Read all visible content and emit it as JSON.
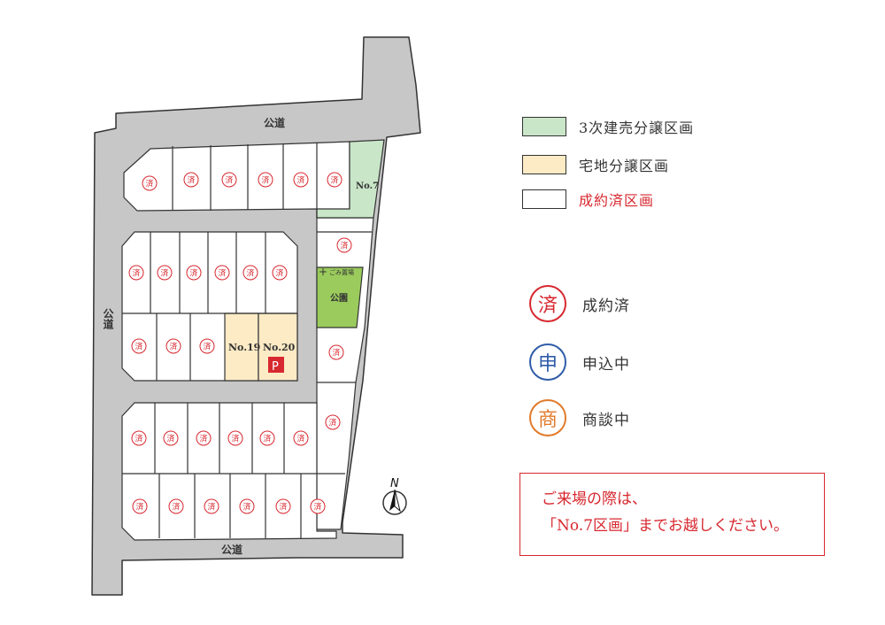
{
  "roads": {
    "top": "公道",
    "left": "公道",
    "bottom": "公道"
  },
  "lots": {
    "no7": "No.7",
    "no19": "No.19",
    "no20": "No.20",
    "parking_badge": "P"
  },
  "facilities": {
    "garbage": "ごみ置場",
    "park": "公園"
  },
  "stamp_glyphs": {
    "sold": "済",
    "applied": "申",
    "negotiating": "商"
  },
  "compass": "N",
  "legend": [
    {
      "label": "3次建売分譲区画",
      "color": "#c9e6c8"
    },
    {
      "label": "宅地分譲区画",
      "color": "#fcebc5"
    },
    {
      "label": "成約済区画",
      "color": "#ffffff"
    }
  ],
  "legend_sold_text_color": "#d7282f",
  "stamp_legend": [
    {
      "glyph": "済",
      "label": "成約済",
      "color": "#d7282f"
    },
    {
      "glyph": "申",
      "label": "申込中",
      "color": "#2f5ca8"
    },
    {
      "glyph": "商",
      "label": "商談中",
      "color": "#e07a2a"
    }
  ],
  "notice": {
    "line1": "ご来場の際は、",
    "line2": "「No.7区画」までお越しください。"
  },
  "colors": {
    "road": "#c7c7c7",
    "park": "#9acb5c",
    "house_green": "#c9e6c8",
    "land_yellow": "#fcebc5",
    "stamp_red": "#d7282f",
    "parking_red": "#d7282f"
  }
}
